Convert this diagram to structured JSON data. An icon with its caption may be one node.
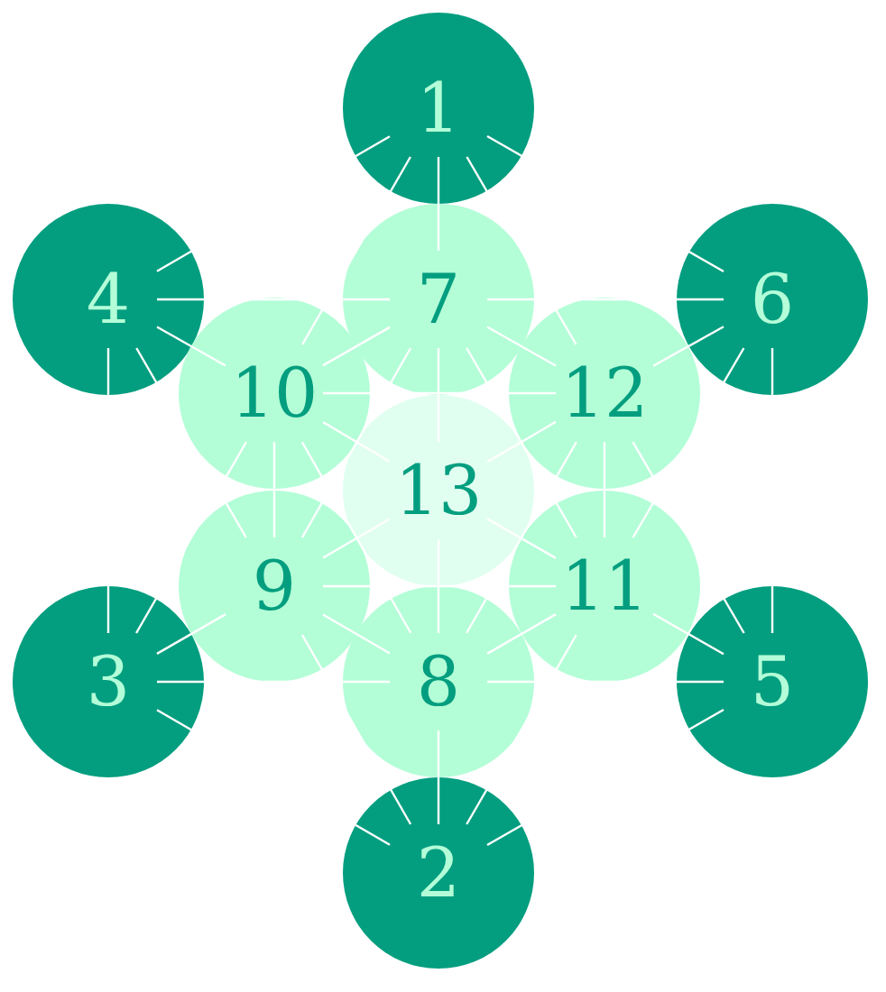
{
  "diagram": {
    "nodes": [
      {
        "text": [
          "1"
        ]
      },
      {
        "text": [
          "2"
        ]
      },
      {
        "text": [
          "3"
        ]
      },
      {
        "text": [
          "4"
        ]
      },
      {
        "text": [
          "5"
        ]
      },
      {
        "text": [
          "6"
        ]
      },
      {
        "text": [
          "7"
        ]
      },
      {
        "text": [
          "8"
        ]
      },
      {
        "text": [
          "9"
        ]
      },
      {
        "text": [
          "10"
        ]
      },
      {
        "text": [
          "11"
        ]
      },
      {
        "text": [
          "12"
        ]
      },
      {
        "text": [
          "13"
        ]
      }
    ],
    "edges": [
      {
        "from": 0,
        "to": 3,
        "arrow": "none",
        "color": "#ffffff"
      },
      {
        "from": 3,
        "to": 2,
        "arrow": "none",
        "color": "#ffffff"
      },
      {
        "from": 2,
        "to": 1,
        "arrow": "none",
        "color": "#ffffff"
      },
      {
        "from": 1,
        "to": 4,
        "arrow": "none",
        "color": "#ffffff"
      },
      {
        "from": 4,
        "to": 5,
        "arrow": "none",
        "color": "#ffffff"
      },
      {
        "from": 5,
        "to": 0,
        "arrow": "none",
        "color": "#ffffff"
      },
      {
        "from": 0,
        "to": 9,
        "arrow": "none",
        "color": "#ffffff"
      },
      {
        "from": 9,
        "to": 2,
        "arrow": "none",
        "color": "#ffffff"
      },
      {
        "from": 0,
        "to": 11,
        "arrow": "none",
        "color": "#ffffff"
      },
      {
        "from": 11,
        "to": 4,
        "arrow": "none",
        "color": "#ffffff"
      },
      {
        "from": 3,
        "to": 6,
        "arrow": "none",
        "color": "#ffffff"
      },
      {
        "from": 6,
        "to": 5,
        "arrow": "none",
        "color": "#ffffff"
      },
      {
        "from": 2,
        "to": 7,
        "arrow": "none",
        "color": "#ffffff"
      },
      {
        "from": 7,
        "to": 4,
        "arrow": "none",
        "color": "#ffffff"
      },
      {
        "from": 3,
        "to": 8,
        "arrow": "none",
        "color": "#ffffff"
      },
      {
        "from": 8,
        "to": 1,
        "arrow": "none",
        "color": "#ffffff"
      },
      {
        "from": 5,
        "to": 10,
        "arrow": "none",
        "color": "#ffffff"
      },
      {
        "from": 10,
        "to": 1,
        "arrow": "none",
        "color": "#ffffff"
      },
      {
        "from": 0,
        "to": 6,
        "arrow": "none",
        "color": "#ffffff"
      },
      {
        "from": 6,
        "to": 12,
        "arrow": "none",
        "color": "#ffffff"
      },
      {
        "from": 12,
        "to": 7,
        "arrow": "none",
        "color": "#ffffff"
      },
      {
        "from": 7,
        "to": 1,
        "arrow": "none",
        "color": "#ffffff"
      },
      {
        "from": 3,
        "to": 9,
        "arrow": "none",
        "color": "#ffffff"
      },
      {
        "from": 9,
        "to": 12,
        "arrow": "none",
        "color": "#ffffff"
      },
      {
        "from": 12,
        "to": 10,
        "arrow": "none",
        "color": "#ffffff"
      },
      {
        "from": 10,
        "to": 4,
        "arrow": "none",
        "color": "#ffffff"
      },
      {
        "from": 5,
        "to": 11,
        "arrow": "none",
        "color": "#ffffff"
      },
      {
        "from": 11,
        "to": 12,
        "arrow": "none",
        "color": "#ffffff"
      },
      {
        "from": 12,
        "to": 8,
        "arrow": "none",
        "color": "#ffffff"
      },
      {
        "from": 8,
        "to": 2,
        "arrow": "none",
        "color": "#ffffff"
      },
      {
        "from": 6,
        "to": 11,
        "arrow": "none",
        "color": "#ffffff"
      },
      {
        "from": 11,
        "to": 10,
        "arrow": "none",
        "color": "#ffffff"
      },
      {
        "from": 10,
        "to": 7,
        "arrow": "none",
        "color": "#ffffff"
      },
      {
        "from": 7,
        "to": 8,
        "arrow": "none",
        "color": "#ffffff"
      },
      {
        "from": 8,
        "to": 9,
        "arrow": "none",
        "color": "#ffffff"
      },
      {
        "from": 9,
        "to": 6,
        "arrow": "none",
        "color": "#ffffff"
      },
      {
        "from": 6,
        "to": 10,
        "arrow": "none",
        "color": "#ffffff"
      },
      {
        "from": 10,
        "to": 8,
        "arrow": "none",
        "color": "#ffffff"
      },
      {
        "from": 8,
        "to": 6,
        "arrow": "none",
        "color": "#ffffff"
      },
      {
        "from": 9,
        "to": 11,
        "arrow": "none",
        "color": "#ffffff"
      },
      {
        "from": 11,
        "to": 7,
        "arrow": "none",
        "color": "#ffffff"
      },
      {
        "from": 7,
        "to": 9,
        "arrow": "none",
        "color": "#ffffff"
      }
    ]
  }
}
